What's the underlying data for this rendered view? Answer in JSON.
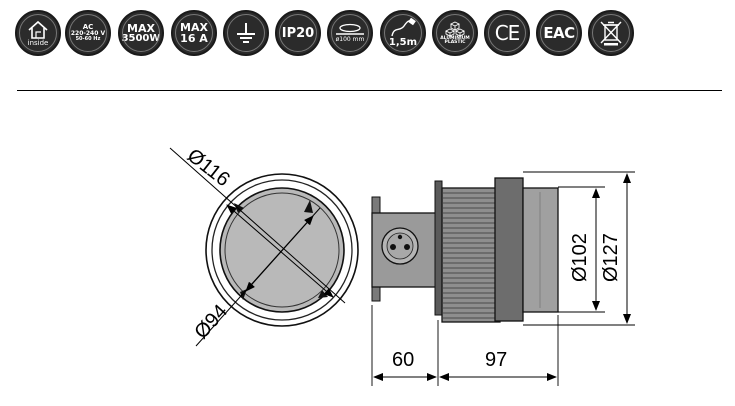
{
  "badges": [
    {
      "icon": "house-icon",
      "label": "inside"
    },
    {
      "line1": "AC",
      "line2": "220-240 V",
      "line3": "50-60 Hz"
    },
    {
      "line1": "MAX",
      "line2": "3500W"
    },
    {
      "line1": "MAX",
      "line2": "16 A"
    },
    {
      "icon": "ground-icon"
    },
    {
      "label": "IP20"
    },
    {
      "icon": "cutout-icon",
      "label": "ø100 mm"
    },
    {
      "icon": "cable-plug-icon",
      "label": "1,5m"
    },
    {
      "icon": "cubes-icon",
      "line1": "ALUMINIUM",
      "line2": "PLASTIC"
    },
    {
      "label": "CE"
    },
    {
      "label": "EAC"
    },
    {
      "icon": "crossed-bin-icon"
    }
  ],
  "dimensions": {
    "outer_diameter": "Ø116",
    "inner_diameter": "Ø94",
    "body_diameter": "Ø102",
    "flange_diameter": "Ø127",
    "depth_front": "60",
    "depth_rear": "97"
  }
}
